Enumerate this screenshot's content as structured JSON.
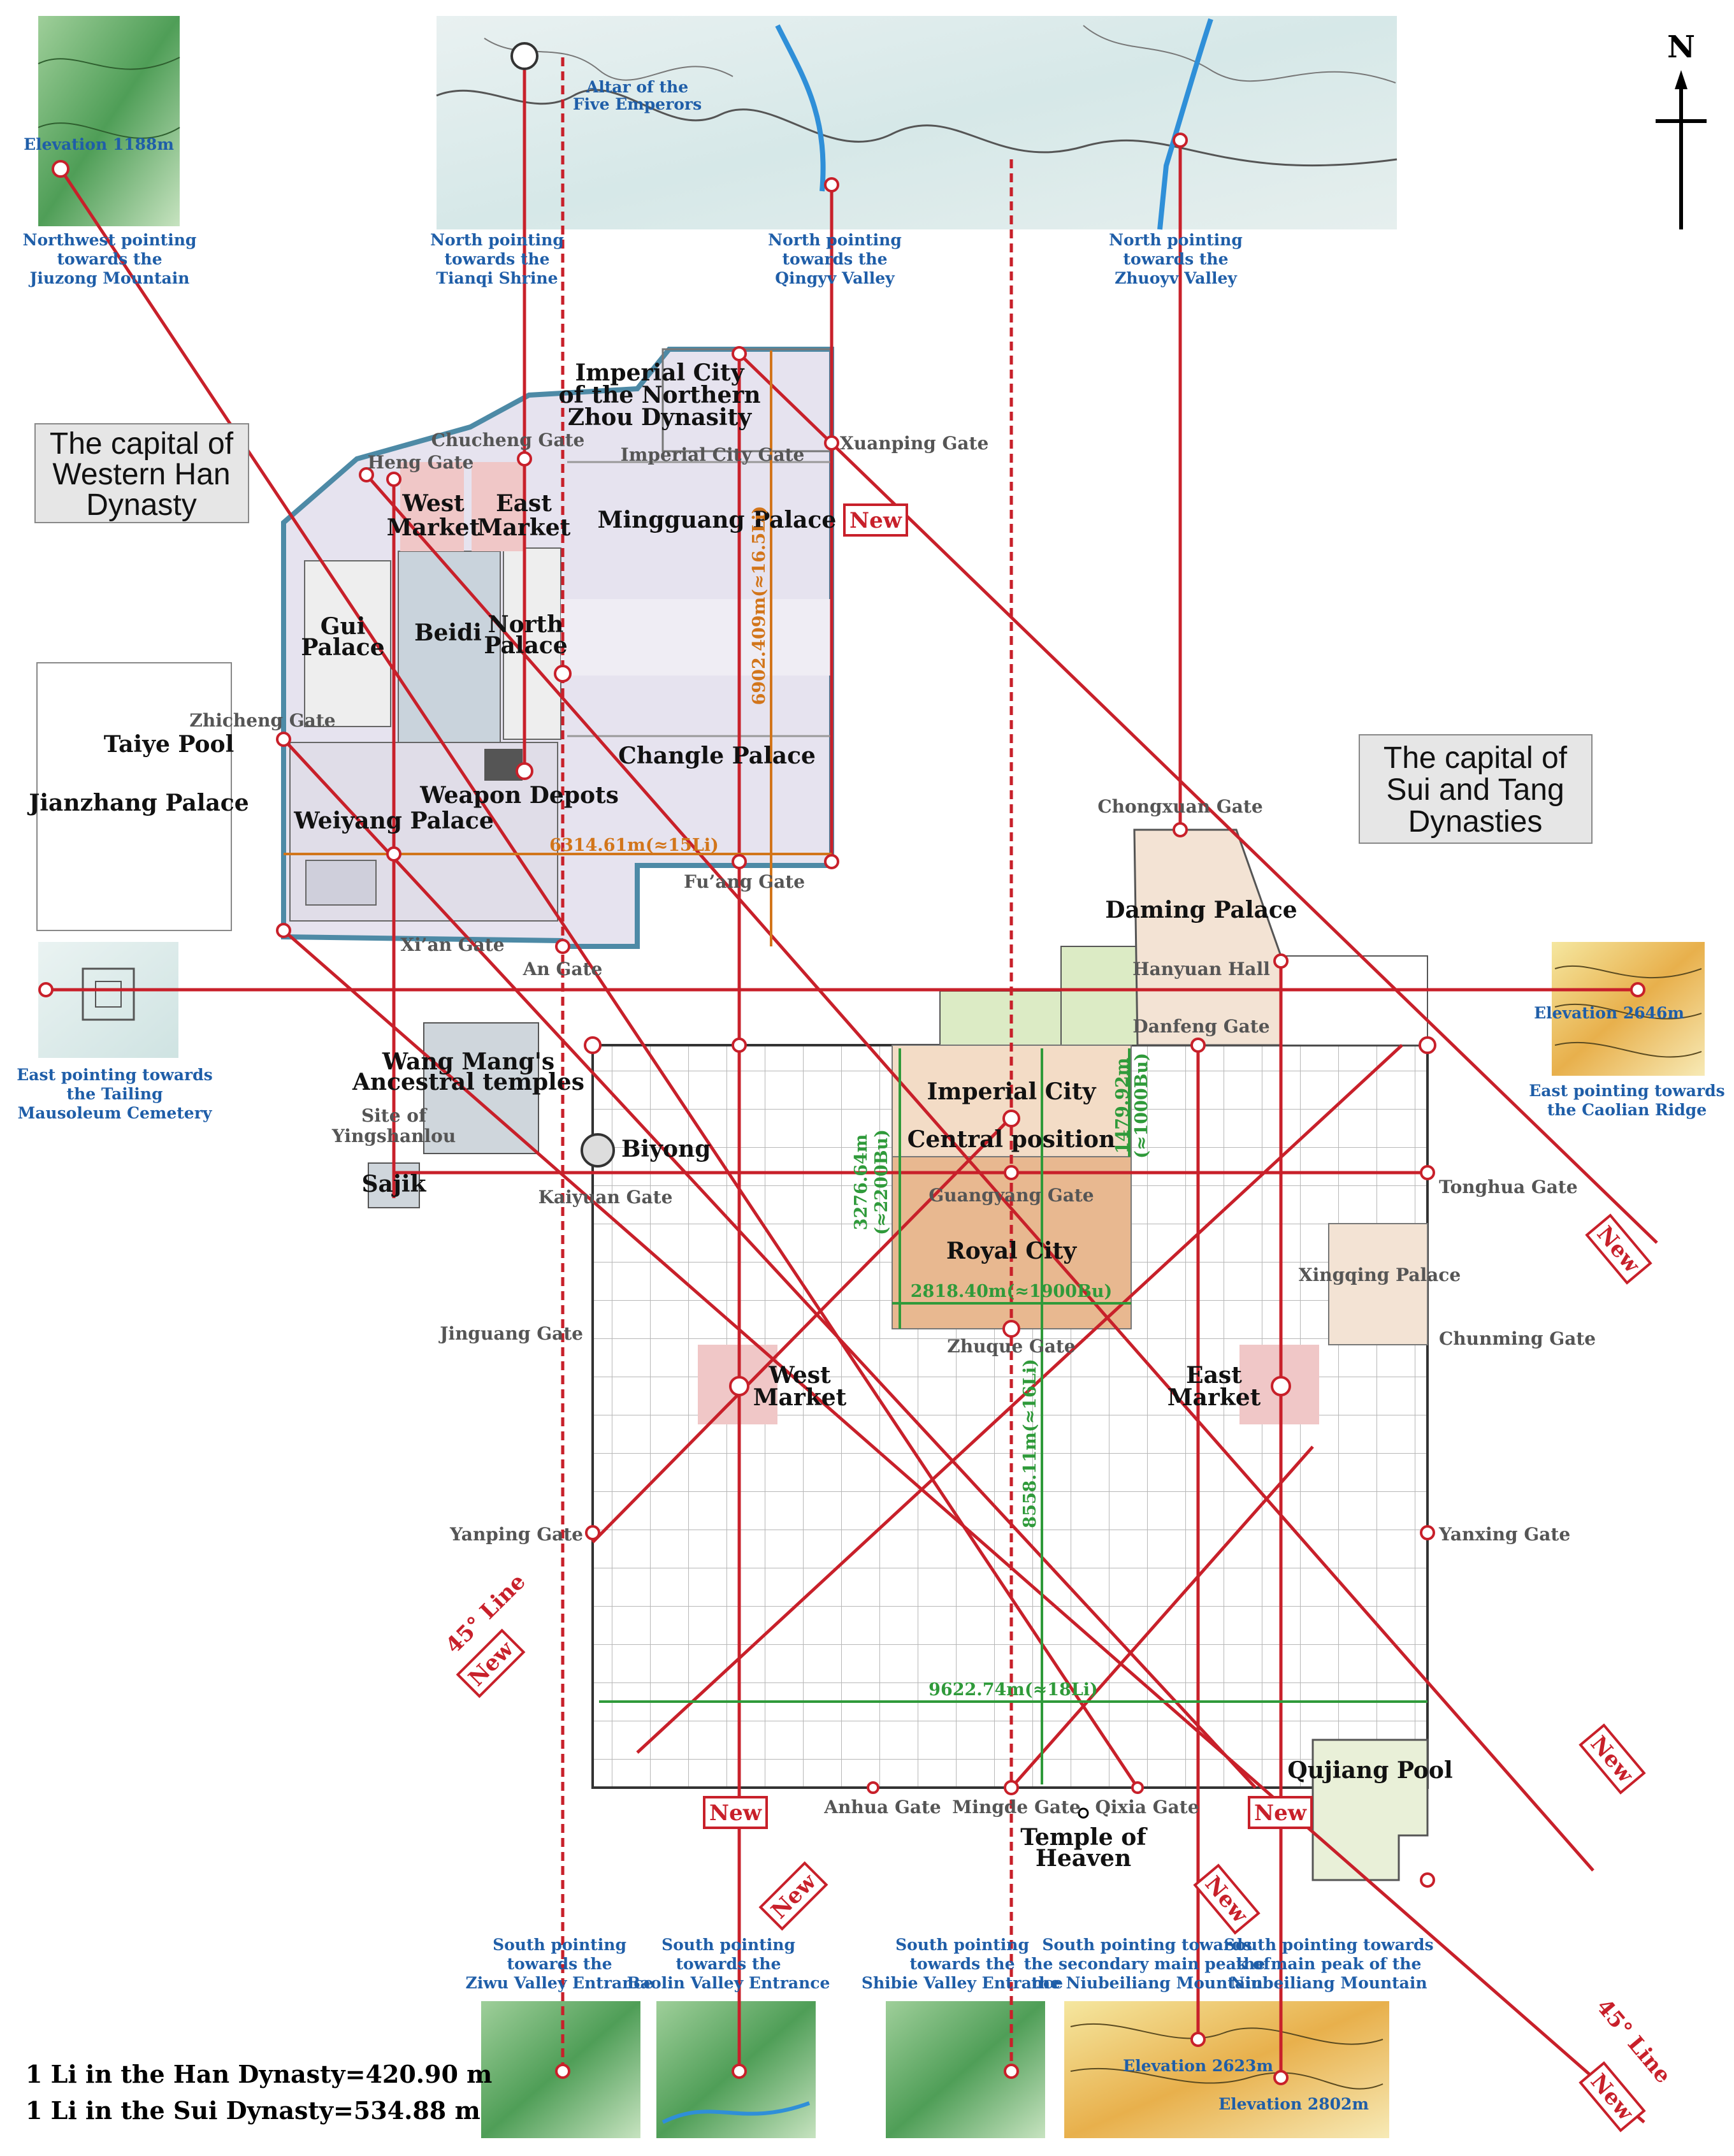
{
  "north_label": "N",
  "titles": {
    "han": [
      "The capital of",
      "Western Han",
      "Dynasty"
    ],
    "suitang": [
      "The capital of",
      "Sui and Tang",
      "Dynasties"
    ]
  },
  "scale_notes": [
    "1 Li in the Han Dynasty=420.90 m",
    "1 Li in the Sui Dynasty=534.88 m"
  ],
  "han": {
    "palaces": {
      "imperial_city": [
        "Imperial City",
        "of the Northern",
        "Zhou Dynasity"
      ],
      "mingguang": "Mingguang Palace",
      "changle": "Changle Palace",
      "weiyang": "Weiyang Palace",
      "gui": [
        "Gui",
        "Palace"
      ],
      "beidi": "Beidi",
      "north_palace": [
        "North",
        "Palace"
      ],
      "west_market": [
        "West",
        "Market"
      ],
      "east_market": [
        "East",
        "Market"
      ],
      "weapon_depots": "Weapon Depots",
      "jianzhang": "Jianzhang Palace",
      "taiye": "Taiye Pool",
      "wang_mang": [
        "Wang Mang's",
        "Ancestral temples"
      ],
      "yingshanlou": [
        "Site of",
        "Yingshanlou"
      ],
      "sajik": "Sajik",
      "biyong": "Biyong"
    },
    "gates": {
      "chucheng": "Chucheng Gate",
      "heng": "Heng Gate",
      "imperial_city_gate": "Imperial City Gate",
      "xuanping": "Xuanping Gate",
      "zhicheng": "Zhicheng Gate",
      "fuang": "Fu’ang Gate",
      "xian": "Xi’an Gate",
      "an": "An Gate"
    },
    "dims": {
      "ns": "6902.409m(≈16.5Li)",
      "ew": "6314.61m(≈15Li)"
    }
  },
  "suitang": {
    "labels": {
      "imperial_city": "Imperial City",
      "central": "Central position",
      "royal_city": "Royal City",
      "daming": "Daming Palace",
      "hanyuan": "Hanyuan Hall",
      "xingqing": "Xingqing Palace",
      "west_market": [
        "West",
        "Market"
      ],
      "east_market": [
        "East",
        "Market"
      ],
      "qujiang": "Qujiang Pool",
      "temple_heaven": [
        "Temple of",
        "Heaven"
      ]
    },
    "gates": {
      "chongxuan": "Chongxuan Gate",
      "danfeng": "Danfeng Gate",
      "guangyang": "Guangyang Gate",
      "zhuque": "Zhuque Gate",
      "kaiyuan": "Kaiyuan Gate",
      "tonghua": "Tonghua Gate",
      "jinguang": "Jinguang Gate",
      "chunming": "Chunming Gate",
      "yanping": "Yanping Gate",
      "yanxing": "Yanxing Gate",
      "anhua": "Anhua Gate",
      "mingde": "Mingde Gate",
      "qixia": "Qixia Gate"
    },
    "dims": {
      "imperial_h": [
        "3276.64m",
        "(≈2200Bu)"
      ],
      "imperial_v2": [
        "1479.92m",
        "(≈1000Bu)"
      ],
      "royal_w": "2818.40m(≈1900Bu)",
      "ns": "8558.11m(≈16Li)",
      "ew": "9622.74m(≈18Li)"
    }
  },
  "pointers": {
    "jiuzong": [
      "Northwest pointing",
      "towards the",
      "Jiuzong Mountain"
    ],
    "tianqi": [
      "North pointing",
      "towards the",
      "Tianqi Shrine"
    ],
    "qingyv": [
      "North pointing",
      "towards the",
      "Qingyv Valley"
    ],
    "zhuoyv": [
      "North pointing",
      "towards the",
      "Zhuoyv Valley"
    ],
    "tailing": [
      "East pointing towards",
      "the Tailing",
      "Mausoleum Cemetery"
    ],
    "caolian": [
      "East pointing towards",
      "the Caolian Ridge"
    ],
    "ziwu": [
      "South pointing",
      "towards the",
      "Ziwu Valley Entrance"
    ],
    "baolin": [
      "South pointing",
      "towards the",
      "Baolin Valley Entrance"
    ],
    "shibie": [
      "South pointing",
      "towards the",
      "Shibie Valley Entrance"
    ],
    "secondary": [
      "South pointing towards",
      "the secondary main peak of",
      "the Niubeiliang Mountain"
    ],
    "main": [
      "South pointing towards",
      "the main peak of the",
      "Niubeiliang Mountain"
    ]
  },
  "elevations": {
    "e1188": "Elevation 1188m",
    "e2646": "Elevation 2646m",
    "e2623": "Elevation 2623m",
    "e2802": "Elevation 2802m"
  },
  "altar": [
    "Altar of the",
    "Five Emperors"
  ],
  "new_badge": "New",
  "line45": "45° Line",
  "colors": {
    "axis_red": "#c8202a",
    "han_fill": "#e6e3ef",
    "wall_blue": "#4d8aa6",
    "imperial_fill": "#f3dcc6",
    "royal_fill": "#e8b890",
    "market_fill": "#f0c7c7",
    "dim_orange": "#d2751a",
    "dim_green": "#2f9a3a",
    "pointer_blue": "#1f5ea8"
  }
}
